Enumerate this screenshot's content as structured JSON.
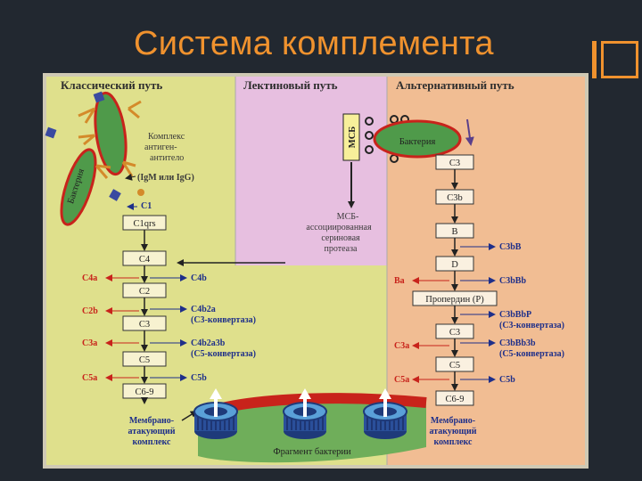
{
  "title": "Система комплемента",
  "headers": {
    "classical": "Классический путь",
    "lectin": "Лектиновый путь",
    "alternative": "Альтернативный путь"
  },
  "classical": {
    "bacterium": "Бактерия",
    "complex": [
      "Комплекс",
      "антиген-",
      "антитело",
      "(IgM или IgG)"
    ],
    "c1": "C1",
    "boxes": [
      "C1qrs",
      "C4",
      "C2",
      "C3",
      "C5",
      "C6-9"
    ],
    "left_products": [
      "C4a",
      "C2b",
      "C3a",
      "C5a"
    ],
    "right_products": [
      "C4b",
      "C4b2a",
      "(C3-конвертаза)",
      "C4b2a3b",
      "(C5-конвертаза)",
      "C5b"
    ],
    "mac": [
      "Мембрано-",
      "атакующий",
      "комплекс"
    ]
  },
  "lectin": {
    "msb": "МСБ",
    "protease": [
      "МСБ-",
      "ассоциированная",
      "сериновая",
      "протеаза"
    ]
  },
  "alternative": {
    "bacterium": "Бактерия",
    "boxes": [
      "C3",
      "C3b",
      "B",
      "D",
      "Пропердин (P)",
      "C3",
      "C5",
      "C6-9"
    ],
    "left_products": [
      "Ba",
      "C3a",
      "C5a"
    ],
    "right_products": [
      "C3bB",
      "C3bBb",
      "C3bBbP",
      "(C3-конвертаза)",
      "C3bBb3b",
      "(C5-конвертаза)",
      "C5b"
    ],
    "mac": [
      "Мембрано-",
      "атакующий",
      "комплекс"
    ]
  },
  "fragment": "Фрагмент бактерии",
  "colors": {
    "title": "#f0922e",
    "background": "#222830",
    "classical_bg": "#dfe08c",
    "lectin_bg": "#e7bfe0",
    "alternative_bg": "#f1bd93",
    "bacterium": "#4f9a4a",
    "red_text": "#c8231b",
    "blue_text": "#1e2f8a"
  }
}
